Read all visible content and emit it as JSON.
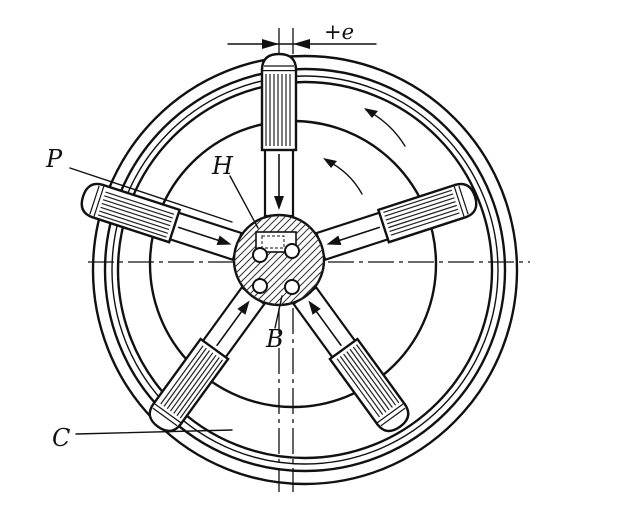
{
  "labels": {
    "eccentricity": "+e",
    "piston": "P",
    "hub": "H",
    "valve": "B",
    "casing": "C"
  },
  "pistons": {
    "count": 5
  }
}
